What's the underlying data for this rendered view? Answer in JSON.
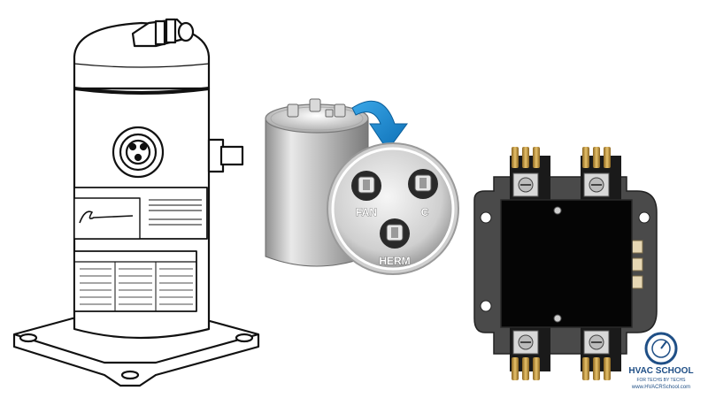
{
  "capacitor": {
    "terminal_labels": {
      "fan": "FAN",
      "common": "C",
      "herm": "HERM"
    }
  },
  "logo": {
    "title": "HVAC SCHOOL",
    "tagline": "FOR TECHS BY TECHS",
    "url": "www.HVACRSchool.com"
  },
  "colors": {
    "outline": "#111111",
    "arrow": "#1d8fd6",
    "contactor_body": "#0a0a0a",
    "brass": "#c9a34a",
    "logo_blue": "#1f4f86"
  },
  "icons": [
    "compressor-illustration",
    "dual-run-capacitor",
    "curved-arrow-icon",
    "contactor-illustration",
    "hvac-school-logo"
  ]
}
